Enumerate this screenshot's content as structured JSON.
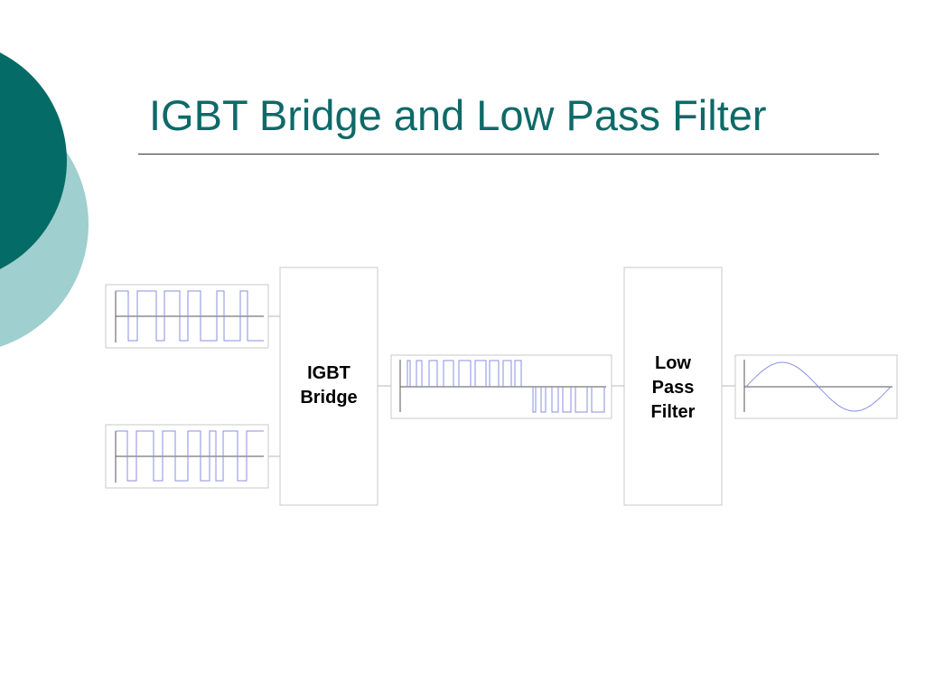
{
  "slide": {
    "title": "IGBT Bridge and Low Pass Filter"
  },
  "diagram": {
    "blocks": [
      {
        "id": "igbt-bridge",
        "lines": [
          "IGBT",
          "Bridge"
        ]
      },
      {
        "id": "low-pass-filter",
        "lines": [
          "Low",
          "Pass",
          "Filter"
        ]
      }
    ],
    "panels": [
      {
        "id": "input-top",
        "signal": "square-wave"
      },
      {
        "id": "input-bottom",
        "signal": "square-wave"
      },
      {
        "id": "bridge-output",
        "signal": "pwm-bipolar"
      },
      {
        "id": "filter-output",
        "signal": "sine-wave"
      }
    ]
  },
  "colors": {
    "accent_dark": "#046b66",
    "accent_light": "#9fcfcf",
    "title": "#0e6a68",
    "waveform": "#8a8fe0",
    "box_border": "#c8c8c8"
  }
}
